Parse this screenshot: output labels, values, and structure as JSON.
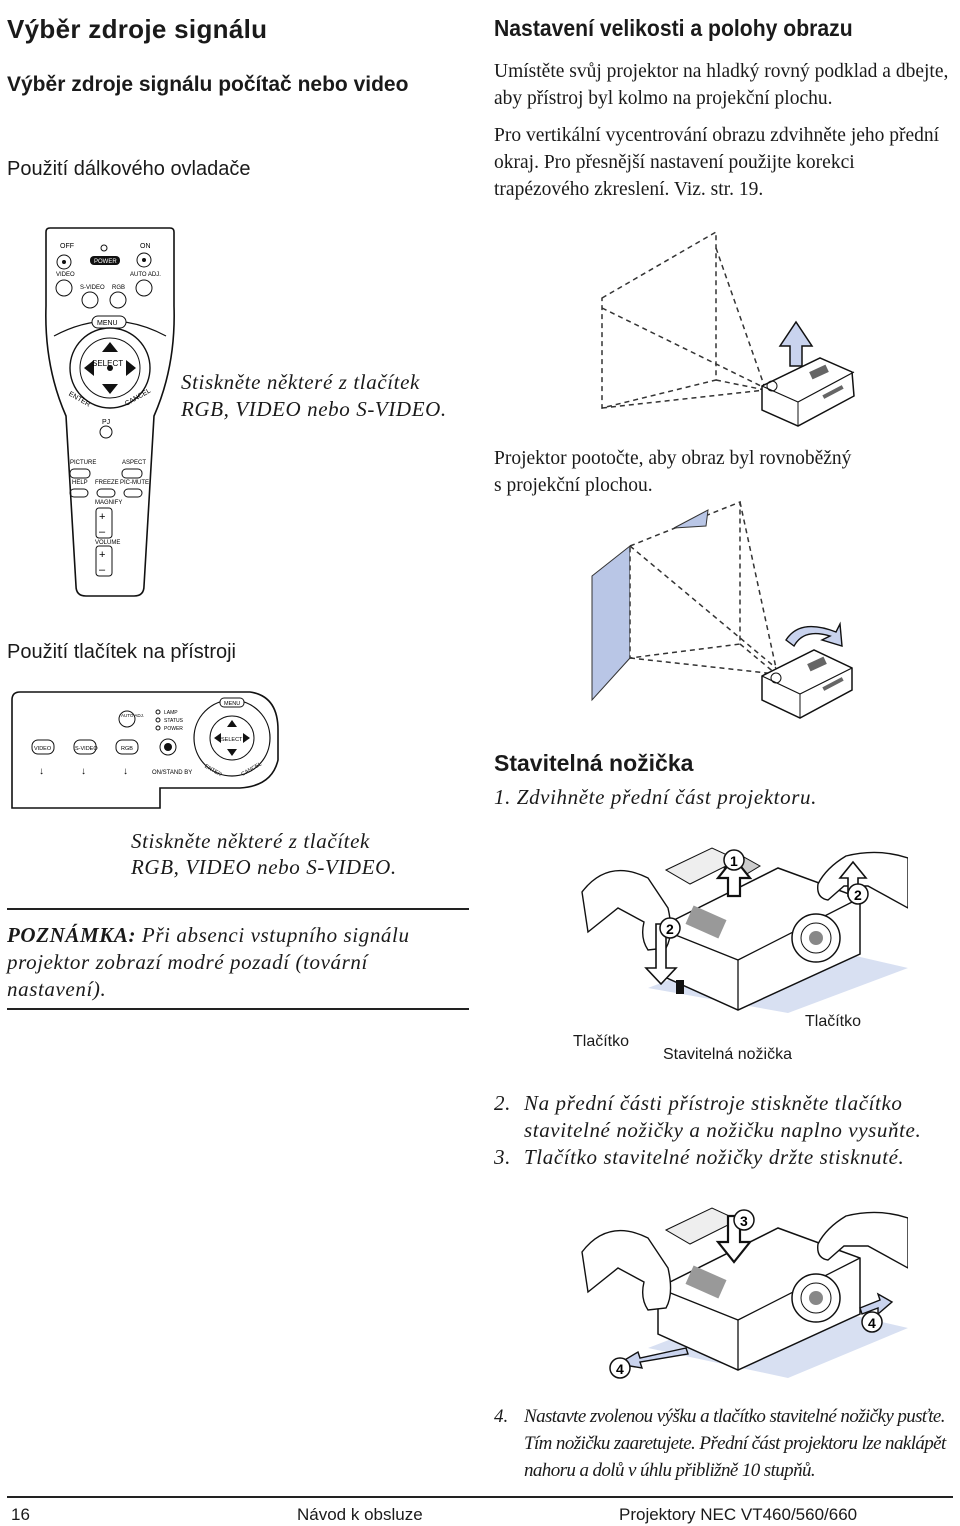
{
  "left": {
    "title": "Výběr zdroje signálu",
    "subtitle": "Výběr zdroje signálu počítač nebo video",
    "remote_heading": "Použití dálkového ovladače",
    "remote_caption_1": "Stiskněte některé z tlačítek",
    "remote_caption_2": "RGB, VIDEO nebo S-VIDEO.",
    "device_heading": "Použití tlačítek na přístroji",
    "device_caption_1": "Stiskněte některé z tlačítek",
    "device_caption_2": "RGB, VIDEO nebo S-VIDEO.",
    "note_label": "POZNÁMKA:",
    "note_text": " Při absenci vstupního signálu projektor zobrazí modré pozadí (tovární nastavení)."
  },
  "remote": {
    "off": "OFF",
    "on": "ON",
    "power": "POWER",
    "video": "VIDEO",
    "auto_adj": "AUTO ADJ.",
    "svideo": "S-VIDEO",
    "rgb": "RGB",
    "menu": "MENU",
    "select": "SELECT",
    "enter": "ENTER",
    "cancel": "CANCEL",
    "pj": "PJ",
    "picture": "PICTURE",
    "aspect": "ASPECT",
    "help": "HELP",
    "freeze": "FREEZE",
    "pic_mute": "PIC-MUTE",
    "magnify": "MAGNIFY",
    "volume": "VOLUME",
    "plus": "+",
    "minus": "–"
  },
  "panel": {
    "video": "VIDEO",
    "svideo": "S-VIDEO",
    "rgb": "RGB",
    "auto_adj": "AUTO ADJ.",
    "lamp": "LAMP",
    "status": "STATUS",
    "power": "POWER",
    "menu": "MENU",
    "select": "SELECT",
    "enter": "ENTER",
    "cancel": "CANCEL",
    "onstandby": "ON/STAND BY"
  },
  "right": {
    "heading": "Nastavení velikosti a polohy obrazu",
    "para1": "Umístěte svůj projektor na hladký rovný podklad a dbejte, aby přístroj byl kolmo na projekční plochu.",
    "para2": "Pro vertikální vycentrování obrazu zdvihněte jeho přední okraj. Pro přesnější nastavení použijte korekci trapézového zkreslení. Viz. str. 19.",
    "para3_1": "Projektor pootočte, aby obraz byl rovnoběžný",
    "para3_2": "s projekční plochou.",
    "foot_heading": "Stavitelná nožička",
    "step1": "1. Zdvihněte přední část projektoru.",
    "label_button_left": "Tlačítko",
    "label_button_right": "Tlačítko",
    "label_foot": "Stavitelná nožička",
    "step2_num": "2.",
    "step2": "Na přední části přístroje stiskněte tlačítko stavitelné nožičky a nožičku naplno vysuňte.",
    "step3_num": "3.",
    "step3": "Tlačítko stavitelné nožičky držte stisknuté.",
    "step4_num": "4.",
    "step4": "Nastavte zvolenou výšku a tlačítko stavitelné nožičky pusťte. Tím nožičku zaaretujete. Přední část projektoru lze naklápět nahoru a dolů v úhlu přibližně 10 stupňů."
  },
  "callouts": {
    "n1": "1",
    "n2": "2",
    "n3": "3",
    "n4": "4"
  },
  "footer": {
    "page_number": "16",
    "manual": "Návod k obsluze",
    "product": "Projektory NEC VT460/560/660"
  },
  "colors": {
    "screen_blue": "#b9c6e6",
    "arrow_fill": "#c9d3ee",
    "floor_blue": "#d8e0f2"
  }
}
